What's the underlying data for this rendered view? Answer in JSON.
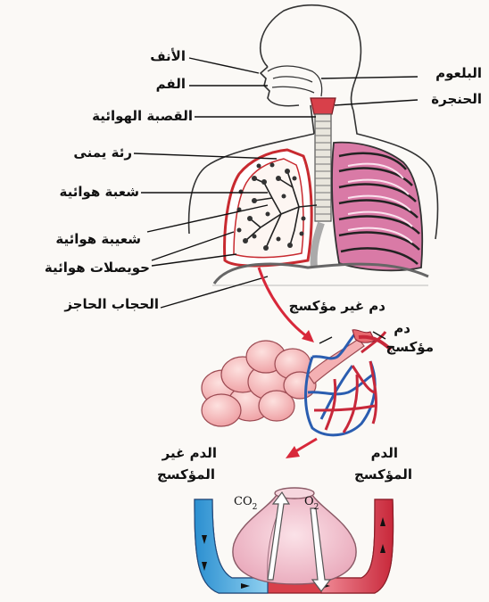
{
  "respiratory_system": {
    "labels": {
      "nose": "الأنف",
      "mouth": "الفم",
      "trachea": "القصبة الهوائية",
      "right_lung": "رئة يمنى",
      "bronchus": "شعبة هوائية",
      "bronchiole": "شعيبة هوائية",
      "alveoli": "حويصلات هوائية",
      "diaphragm": "الحجاب الحاجز",
      "pharynx": "البلعوم",
      "larynx": "الحنجرة"
    }
  },
  "alveoli_detail": {
    "labels": {
      "deoxygenated_blood": "دم غير مؤكسج",
      "oxygenated_blood_line1": "دم",
      "oxygenated_blood_line2": "مؤكسج"
    }
  },
  "gas_exchange": {
    "labels": {
      "deoxygenated_line1": "الدم غير",
      "deoxygenated_line2": "المؤكسج",
      "oxygenated_line1": "الدم",
      "oxygenated_line2": "المؤكسج",
      "co2": "CO",
      "co2_sub": "2",
      "o2": "O",
      "o2_sub": "2"
    }
  },
  "colors": {
    "lung_pink": "#d97aa6",
    "artery_red": "#c8283a",
    "vein_blue": "#2a5db0",
    "alveoli_pink": "#f2a9ad",
    "capillary_cyan": "#5fb6df",
    "sac_pink": "#f0c0cc"
  }
}
